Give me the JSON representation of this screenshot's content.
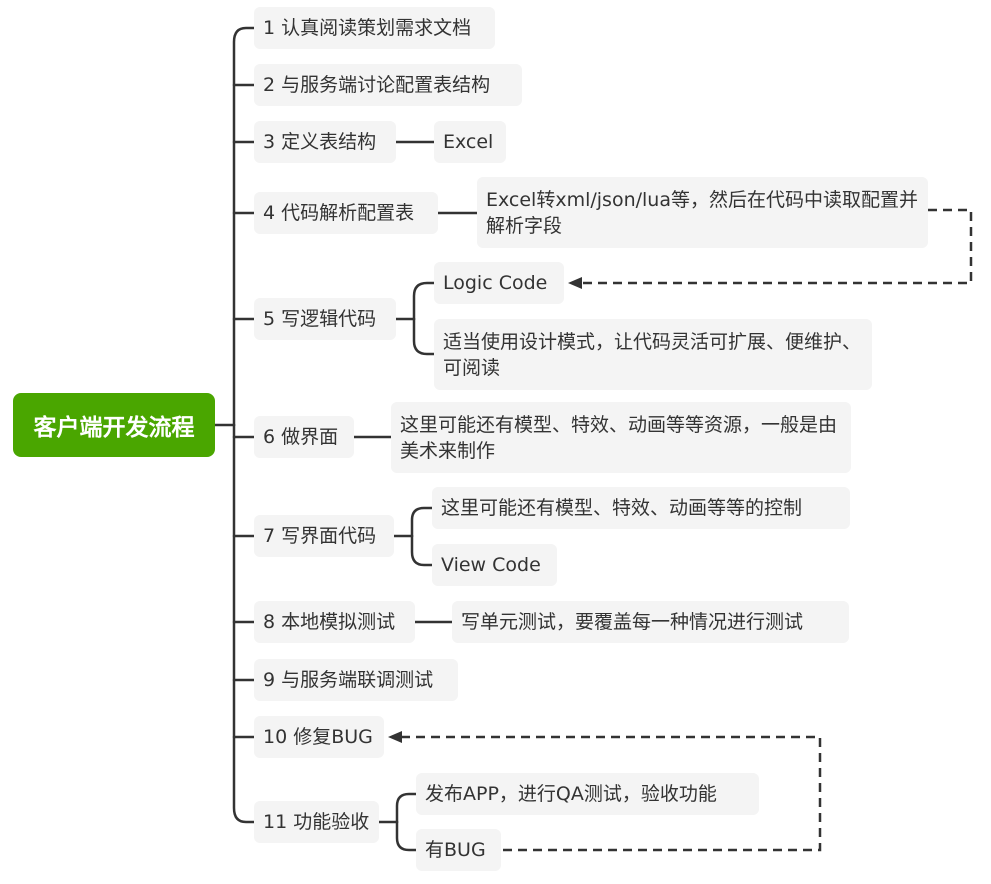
{
  "root": "客户端开发流程",
  "steps": [
    "1 认真阅读策划需求文档",
    "2 与服务端讨论配置表结构",
    "3 定义表结构",
    "4 代码解析配置表",
    "5 写逻辑代码",
    "6 做界面",
    "7 写界面代码",
    "8 本地模拟测试",
    "9 与服务端联调测试",
    "10 修复BUG",
    "11 功能验收"
  ],
  "details": {
    "step3": "Excel",
    "step4": "Excel转xml/json/lua等，然后在代码中读取配置并解析字段",
    "step5_logic": "Logic Code",
    "step5_pattern": "适当使用设计模式，让代码灵活可扩展、便维护、可阅读",
    "step6": "这里可能还有模型、特效、动画等等资源，一般是由美术来制作",
    "step7_control": "这里可能还有模型、特效、动画等等的控制",
    "step7_view": "View Code",
    "step8": "写单元测试，要覆盖每一种情况进行测试",
    "step11_release": "发布APP，进行QA测试，验收功能",
    "step11_bug": "有BUG"
  },
  "colors": {
    "root_bg": "#4aa600",
    "node_bg": "#f4f4f4",
    "line": "#333333"
  }
}
